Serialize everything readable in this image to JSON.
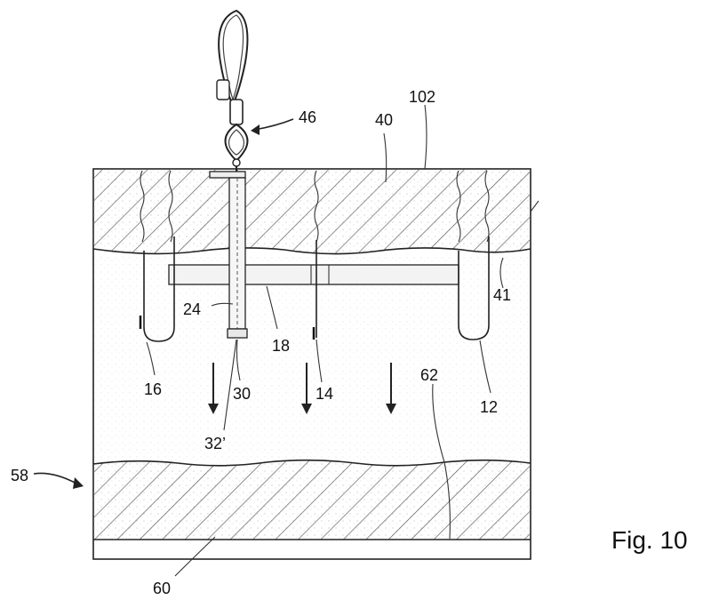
{
  "figure": {
    "caption": "Fig. 10",
    "labels": {
      "l102": "102",
      "l40": "40",
      "l46": "46",
      "l41": "41",
      "l24": "24",
      "l18": "18",
      "l16": "16",
      "l30": "30",
      "l14": "14",
      "l12": "12",
      "l62": "62",
      "l32": "32’",
      "l58": "58",
      "l60": "60"
    }
  }
}
